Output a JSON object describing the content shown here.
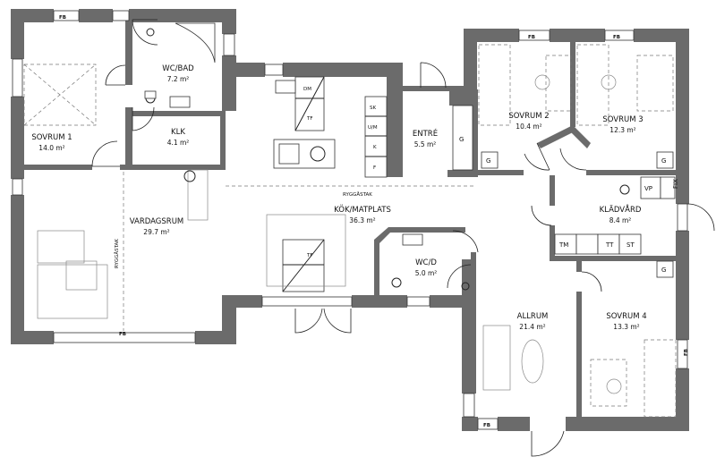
{
  "rooms": [
    {
      "id": "sovrum1",
      "name": "SOVRUM 1",
      "area": "14.0 m²"
    },
    {
      "id": "wcbad",
      "name": "WC/BAD",
      "area": "7.2 m²"
    },
    {
      "id": "klk",
      "name": "KLK",
      "area": "4.1 m²"
    },
    {
      "id": "vardagsrum",
      "name": "VARDAGSRUM",
      "area": "29.7 m²"
    },
    {
      "id": "kok",
      "name": "KÖK/MATPLATS",
      "area": "36.3 m²"
    },
    {
      "id": "entre",
      "name": "ENTRÉ",
      "area": "5.5 m²"
    },
    {
      "id": "wcd",
      "name": "WC/D",
      "area": "5.0 m²"
    },
    {
      "id": "sovrum2",
      "name": "SOVRUM 2",
      "area": "10.4 m²"
    },
    {
      "id": "sovrum3",
      "name": "SOVRUM 3",
      "area": "12.3 m²"
    },
    {
      "id": "kladvard",
      "name": "KLÄDVÅRD",
      "area": "8.4 m²"
    },
    {
      "id": "allrum",
      "name": "ALLRUM",
      "area": "21.4 m²"
    },
    {
      "id": "sovrum4",
      "name": "SOVRUM 4",
      "area": "13.3 m²"
    }
  ],
  "labels": {
    "fb": "FB",
    "ryggastak": "RYGGÅSTAK",
    "dm": "DM",
    "tf": "TF",
    "sk": "SK",
    "um": "U/M",
    "k": "K",
    "f": "F",
    "g": "G",
    "vp": "VP",
    "tm": "TM",
    "tt": "TT",
    "st": "ST",
    "fix": "FIX"
  }
}
